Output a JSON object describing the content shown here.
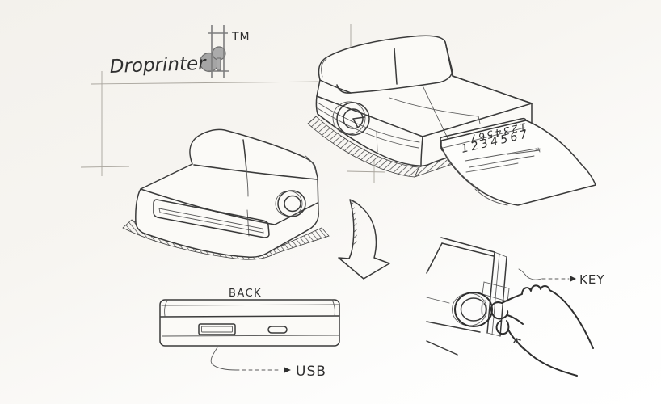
{
  "colors": {
    "ink": "#3a3a3a",
    "construction_gray": "#a8a49c",
    "logo_fill": "#a5a5a5",
    "paper_bg": "#f3f1ec"
  },
  "brand": {
    "name": "Droprinter",
    "trademark": "TM"
  },
  "large_view": {
    "paper_numbers": "1234567",
    "paper_numbers_mirrored": "1234567"
  },
  "back_view": {
    "title": "BACK",
    "usb_label": "USB"
  },
  "key_view": {
    "key_label": "KEY"
  },
  "icons": {
    "logo": "droplet-pin-in-frame-icon",
    "down_arrow": "curved-down-arrow-icon",
    "usb_pointer": "triangle-arrow-icon",
    "key_pointer": "triangle-arrow-icon"
  }
}
